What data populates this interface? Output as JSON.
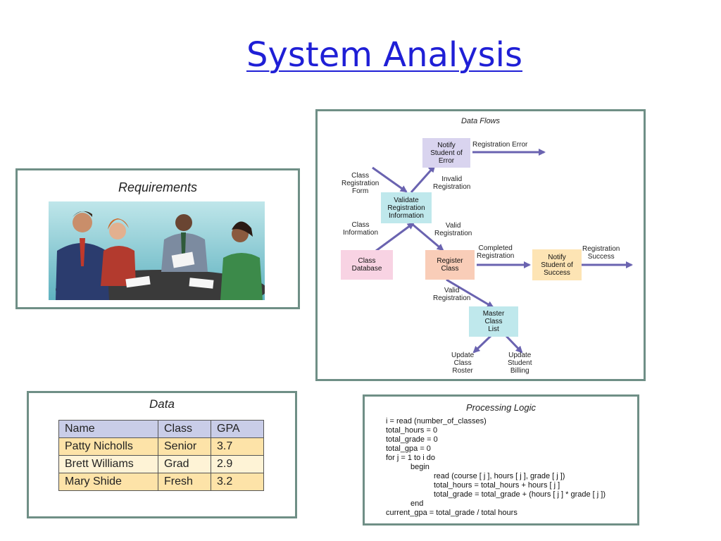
{
  "title": "System Analysis",
  "requirements": {
    "heading": "Requirements"
  },
  "data_flows": {
    "heading": "Data Flows",
    "nodes": {
      "notify_error": "Notify\nStudent of\nError",
      "validate": "Validate\nRegistration\nInformation",
      "class_database": "Class\nDatabase",
      "register_class": "Register\nClass",
      "notify_success": "Notify\nStudent of\nSuccess",
      "master_list": "Master\nClass\nList"
    },
    "labels": {
      "registration_error": "Registration Error",
      "class_registration_form": "Class\nRegistration\nForm",
      "invalid_registration": "Invalid\nRegistration",
      "class_information": "Class\nInformation",
      "valid_registration_1": "Valid\nRegistration",
      "completed_registration": "Completed\nRegistration",
      "registration_success": "Registration\nSuccess",
      "valid_registration_2": "Valid\nRegistration",
      "update_class_roster": "Update\nClass\nRoster",
      "update_student_billing": "Update\nStudent\nBilling"
    },
    "colors": {
      "notify_error": "#d9d4ef",
      "validate": "#bfe8ec",
      "class_database": "#f8d3e3",
      "register_class": "#f9cdb8",
      "notify_success": "#fde4b4",
      "master_list": "#bfe8ec",
      "arrow": "#6a63b0"
    }
  },
  "data": {
    "heading": "Data",
    "columns": [
      "Name",
      "Class",
      "GPA"
    ],
    "rows": [
      [
        "Patty Nicholls",
        "Senior",
        "3.7"
      ],
      [
        "Brett Williams",
        "Grad",
        "2.9"
      ],
      [
        "Mary Shide",
        "Fresh",
        "3.2"
      ]
    ]
  },
  "processing_logic": {
    "heading": "Processing Logic",
    "lines": [
      "i = read (number_of_classes)",
      "total_hours = 0",
      "total_grade = 0",
      "total_gpa = 0",
      "for j = 1 to i do",
      "begin",
      "read (course [ j ], hours [ j ], grade [ j ])",
      "total_hours = total_hours + hours [ j ]",
      "total_grade = total_grade + (hours [ j ] * grade [ j ])",
      "end",
      "current_gpa = total_grade / total hours"
    ]
  }
}
